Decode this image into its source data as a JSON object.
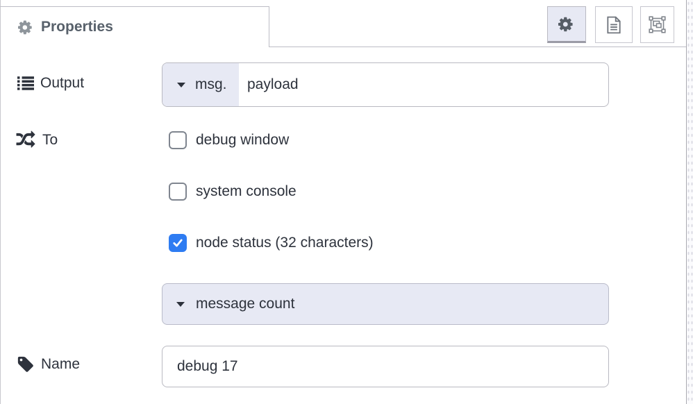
{
  "colors": {
    "accent_lavender": "#e7e9f4",
    "checkbox_checked_blue": "#2e7cf2",
    "border_gray": "#bdbdc5",
    "text_dark": "#2d323c",
    "tab_text_gray": "#58616b"
  },
  "tab_bar": {
    "active_tab": {
      "label": "Properties",
      "icon": "gear-icon"
    },
    "buttons": [
      {
        "name": "properties",
        "icon": "gear-icon",
        "active": true
      },
      {
        "name": "description",
        "icon": "file-text-icon",
        "active": false
      },
      {
        "name": "appearance",
        "icon": "appearance-icon",
        "active": false
      }
    ]
  },
  "form": {
    "output": {
      "label": "Output",
      "icon": "list-icon",
      "typed_input": {
        "prefix_button": "msg.",
        "caret_icon": "chevron-down-icon",
        "value": "payload"
      }
    },
    "to": {
      "label": "To",
      "icon": "shuffle-icon",
      "options": [
        {
          "label": "debug window",
          "checked": false
        },
        {
          "label": "system console",
          "checked": false
        },
        {
          "label": "node status (32 characters)",
          "checked": true
        }
      ]
    },
    "status_select": {
      "value": "message count",
      "caret_icon": "chevron-down-icon"
    },
    "name": {
      "label": "Name",
      "icon": "tag-icon",
      "value": "debug 17"
    }
  }
}
